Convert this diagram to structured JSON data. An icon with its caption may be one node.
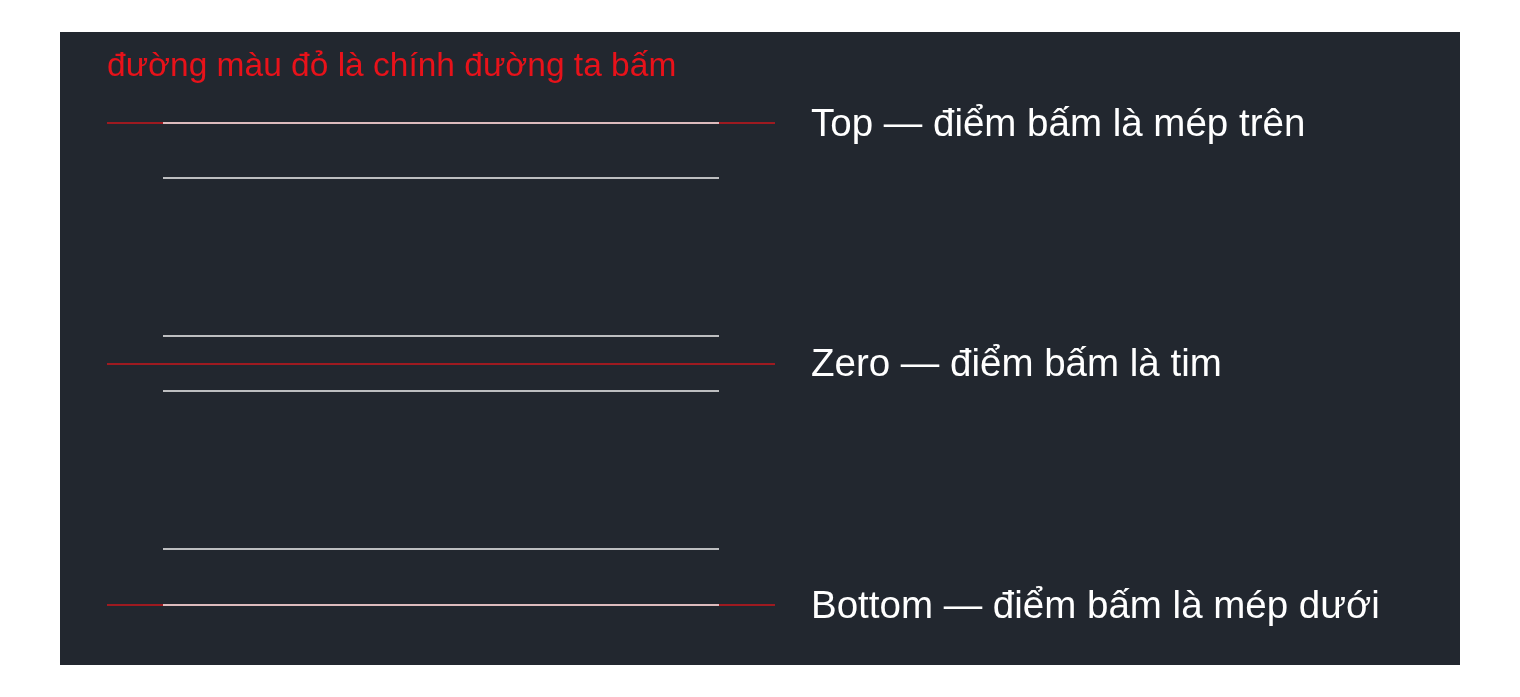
{
  "diagram": {
    "labels": [
      "đường màu đỏ là chính đường ta bấm",
      "Top — điểm bấm là mép trên",
      "Zero — điểm bấm là tim",
      "Bottom — điểm bấm là mép dưới"
    ]
  }
}
